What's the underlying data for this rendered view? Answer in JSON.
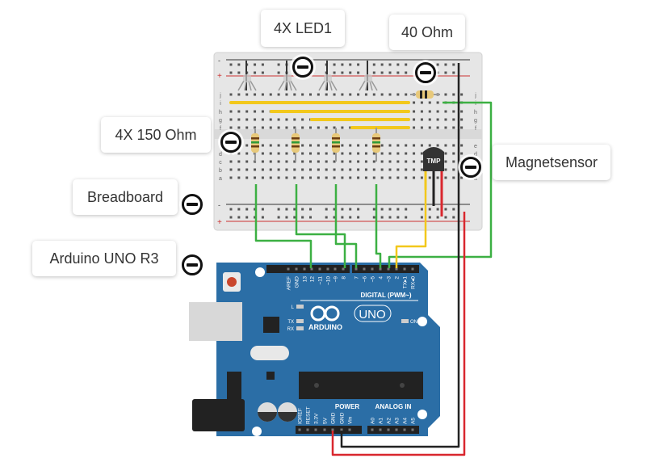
{
  "callouts": [
    {
      "id": "led",
      "label": "4X LED1"
    },
    {
      "id": "ohm40",
      "label": "40 Ohm"
    },
    {
      "id": "ohm150",
      "label": "4X 150 Ohm"
    },
    {
      "id": "magnet",
      "label": "Magnetsensor"
    },
    {
      "id": "breadboard",
      "label": "Breadboard"
    },
    {
      "id": "arduino",
      "label": "Arduino UNO R3"
    }
  ],
  "breadboard": {
    "row_letters": [
      "j",
      "i",
      "h",
      "g",
      "f",
      "e",
      "d",
      "c",
      "b",
      "a"
    ],
    "rail_minus": "-",
    "rail_plus": "+",
    "sensor_label": "TMP"
  },
  "arduino": {
    "brand": "ARDUINO",
    "model": "UNO",
    "digital_title": "DIGITAL (PWM~)",
    "digital_pins": [
      "AREF",
      "GND",
      "13",
      "12",
      "~11",
      "~10",
      "~9",
      "8",
      "7",
      "~6",
      "~5",
      "4",
      "~3",
      "2",
      "TX▸1",
      "RX◂0"
    ],
    "leds": [
      "L",
      "TX",
      "RX",
      "ON"
    ],
    "power_title": "POWER",
    "power_pins": [
      "IOREF",
      "RESET",
      "3.3V",
      "5V",
      "GND",
      "GND",
      "Vin"
    ],
    "analog_title": "ANALOG IN",
    "analog_pins": [
      "A0",
      "A1",
      "A2",
      "A3",
      "A4",
      "A5"
    ]
  },
  "colors": {
    "board_blue": "#2b6ea6",
    "wire_green": "#3cb043",
    "wire_yellow": "#f2c81c",
    "wire_red": "#d9272e",
    "wire_black": "#222222",
    "breadboard": "#e6e6e6"
  }
}
